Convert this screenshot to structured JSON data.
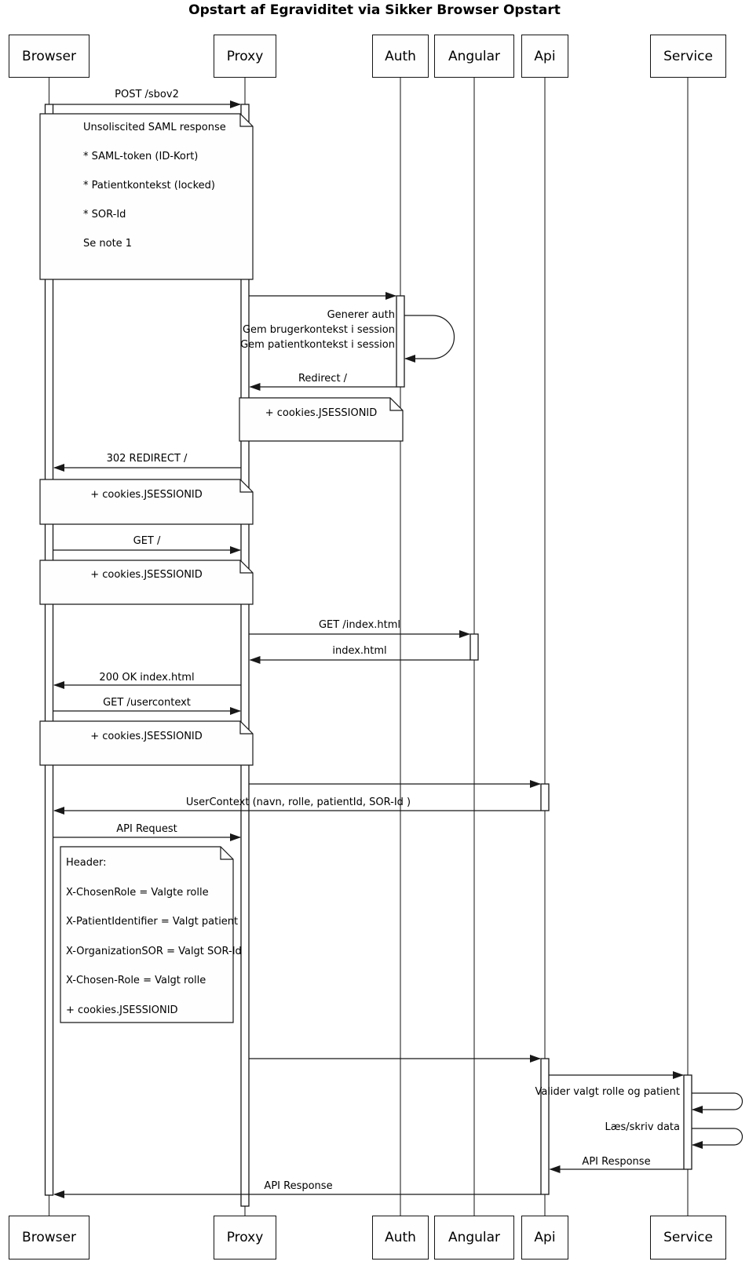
{
  "title": "Opstart af Egraviditet via Sikker Browser Opstart",
  "participants": {
    "browser": "Browser",
    "proxy": "Proxy",
    "auth": "Auth",
    "angular": "Angular",
    "api": "Api",
    "service": "Service"
  },
  "messages": {
    "post_sbov2": "POST /sbov2",
    "redirect": "Redirect /",
    "redirect_302": "302 REDIRECT /",
    "get_root": "GET /",
    "get_index": "GET /index.html",
    "index_html": "index.html",
    "ok_index": "200 OK index.html",
    "get_usercontext": "GET /usercontext",
    "usercontext_response": "UserContext (navn, rolle, patientId, SOR-Id )",
    "api_request": "API Request",
    "api_response_service": "API Response",
    "api_response_browser": "API Response",
    "auth_self_line1": "Generer auth",
    "auth_self_line2": "Gem brugerkontekst i session",
    "auth_self_line3": "Gem patientkontekst i session",
    "service_self_validate": "Valider valgt rolle og patient",
    "service_self_readwrite": "Læs/skriv data"
  },
  "notes": {
    "saml": {
      "lines": [
        "Unsoliscited SAML response",
        "* SAML-token (ID-Kort)",
        "* Patientkontekst (locked)",
        "* SOR-Id",
        "Se note 1"
      ]
    },
    "cookies": "+ cookies.JSESSIONID",
    "header": {
      "lines": [
        "Header:",
        "X-ChosenRole = Valgte rolle",
        "X-PatientIdentifier = Valgt patient",
        "X-OrganizationSOR = Valgt SOR-Id",
        "X-Chosen-Role = Valgt rolle",
        "+ cookies.JSESSIONID"
      ]
    }
  },
  "colors": {
    "line": "#181818",
    "lifeline": "#383838",
    "fill": "#fefefe",
    "background": "#ffffff"
  }
}
